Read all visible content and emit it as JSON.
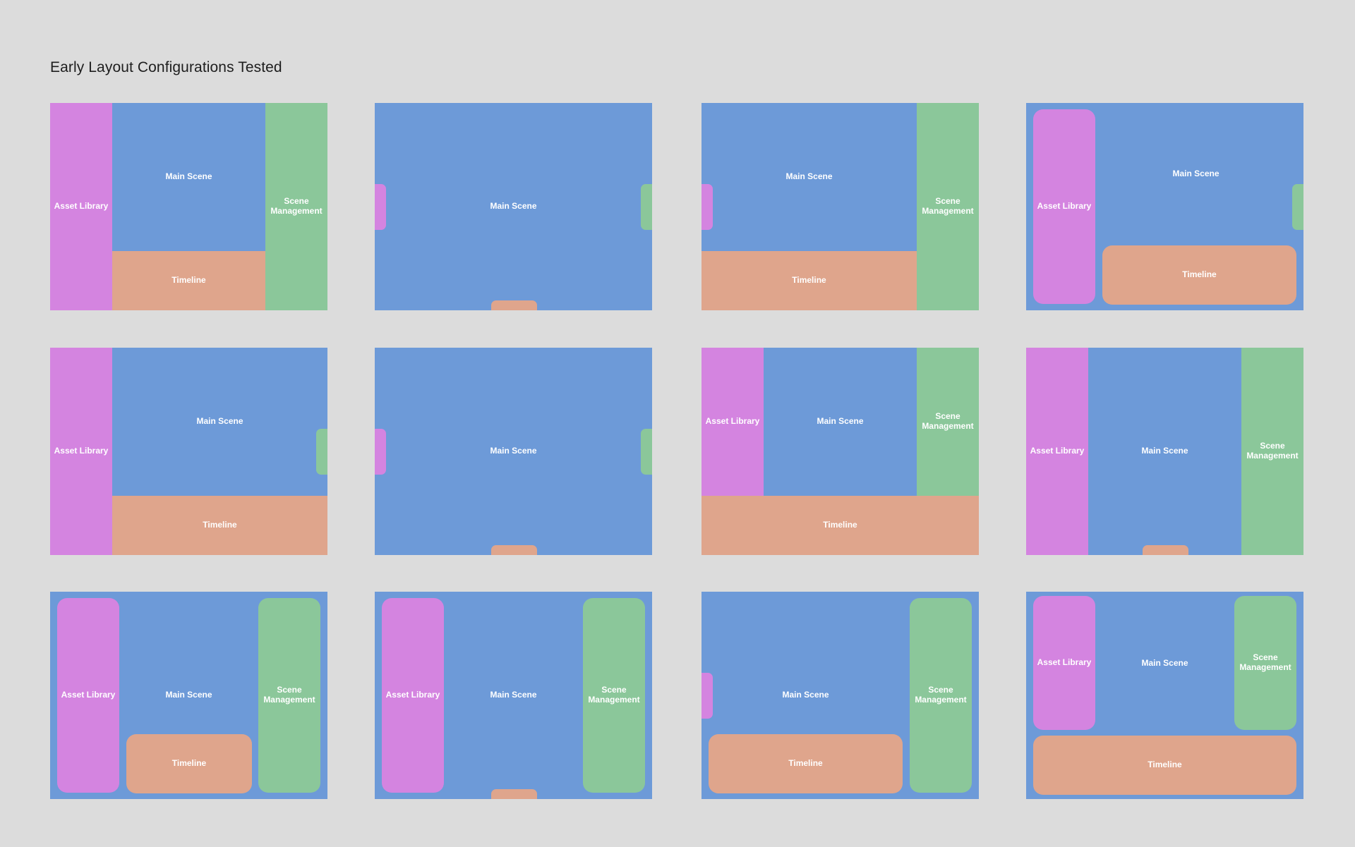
{
  "page": {
    "title": "Early Layout Configurations Tested"
  },
  "colors": {
    "background": "#dcdcdc",
    "asset_library": "#d484e0",
    "main_scene": "#6d9ad8",
    "scene_management": "#8bc79a",
    "timeline": "#dfa58c",
    "label": "#ffffff"
  },
  "labels": {
    "asset_library": "Asset Library",
    "main_scene": "Main Scene",
    "scene_management": "Scene Management",
    "timeline": "Timeline"
  },
  "layouts": [
    {
      "id": 1,
      "asset_library": "docked",
      "scene_management": "docked",
      "timeline": "docked"
    },
    {
      "id": 2,
      "asset_library": "collapsed",
      "scene_management": "collapsed",
      "timeline": "collapsed"
    },
    {
      "id": 3,
      "asset_library": "collapsed",
      "scene_management": "docked",
      "timeline": "docked"
    },
    {
      "id": 4,
      "asset_library": "floating",
      "scene_management": "collapsed",
      "timeline": "floating"
    },
    {
      "id": 5,
      "asset_library": "docked",
      "scene_management": "collapsed",
      "timeline": "docked"
    },
    {
      "id": 6,
      "asset_library": "collapsed",
      "scene_management": "collapsed",
      "timeline": "collapsed"
    },
    {
      "id": 7,
      "asset_library": "docked",
      "scene_management": "docked",
      "timeline": "docked"
    },
    {
      "id": 8,
      "asset_library": "docked",
      "scene_management": "docked",
      "timeline": "collapsed"
    },
    {
      "id": 9,
      "asset_library": "floating",
      "scene_management": "floating",
      "timeline": "floating"
    },
    {
      "id": 10,
      "asset_library": "floating",
      "scene_management": "floating",
      "timeline": "collapsed"
    },
    {
      "id": 11,
      "asset_library": "collapsed",
      "scene_management": "floating",
      "timeline": "floating"
    },
    {
      "id": 12,
      "asset_library": "floating",
      "scene_management": "floating",
      "timeline": "floating"
    }
  ]
}
